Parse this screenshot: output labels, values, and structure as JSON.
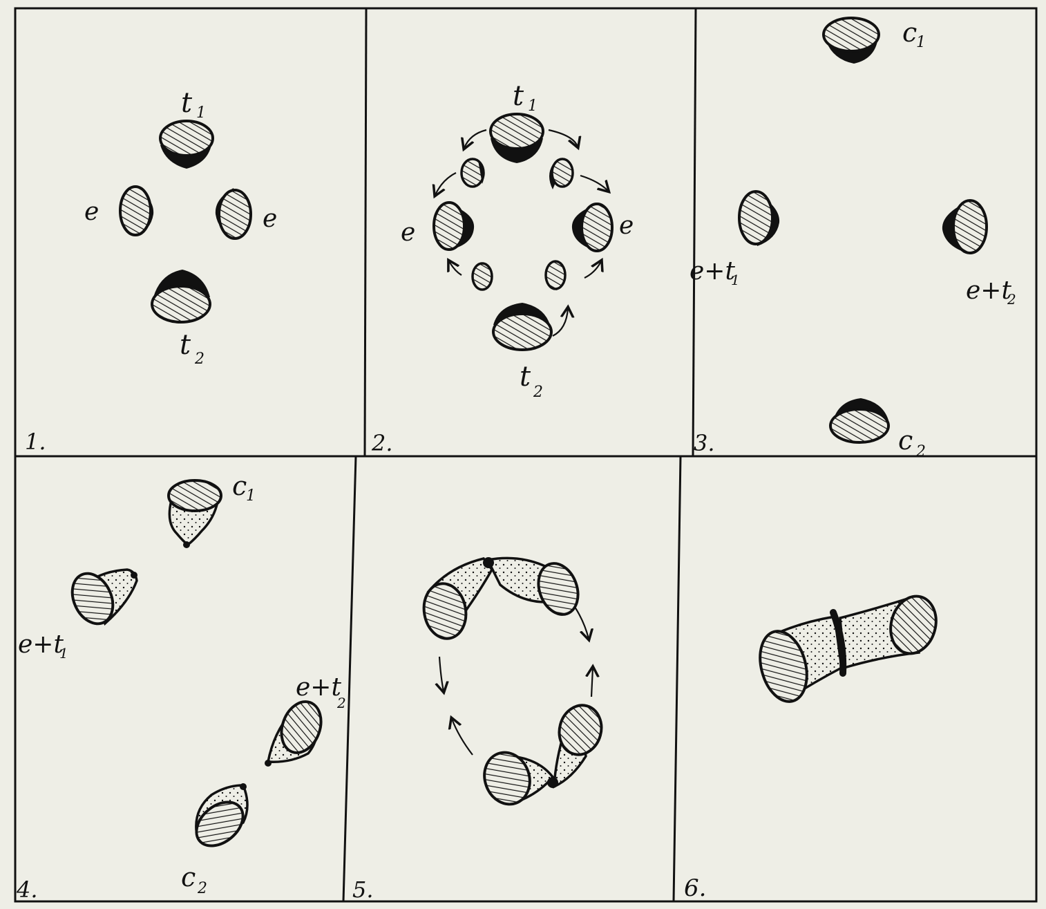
{
  "panels": [
    {
      "number": "1.",
      "labels": {
        "top": "t",
        "top_sub": "1",
        "left": "e",
        "right": "e",
        "bottom": "t",
        "bottom_sub": "2"
      }
    },
    {
      "number": "2.",
      "labels": {
        "top": "t",
        "top_sub": "1",
        "left": "e",
        "right": "e",
        "bottom": "t",
        "bottom_sub": "2"
      }
    },
    {
      "number": "3.",
      "labels": {
        "top": "c",
        "top_sub": "1",
        "left": "e+t",
        "left_sub": "1",
        "right": "e+t",
        "right_sub": "2",
        "bottom": "c",
        "bottom_sub": "2"
      }
    },
    {
      "number": "4.",
      "labels": {
        "top": "c",
        "top_sub": "1",
        "left": "e+t",
        "left_sub": "1",
        "right": "e+t",
        "right_sub": "2",
        "bottom": "c",
        "bottom_sub": "2"
      }
    },
    {
      "number": "5."
    },
    {
      "number": "6."
    }
  ],
  "colors": {
    "paper": "#eeeee6",
    "ink": "#111111"
  }
}
